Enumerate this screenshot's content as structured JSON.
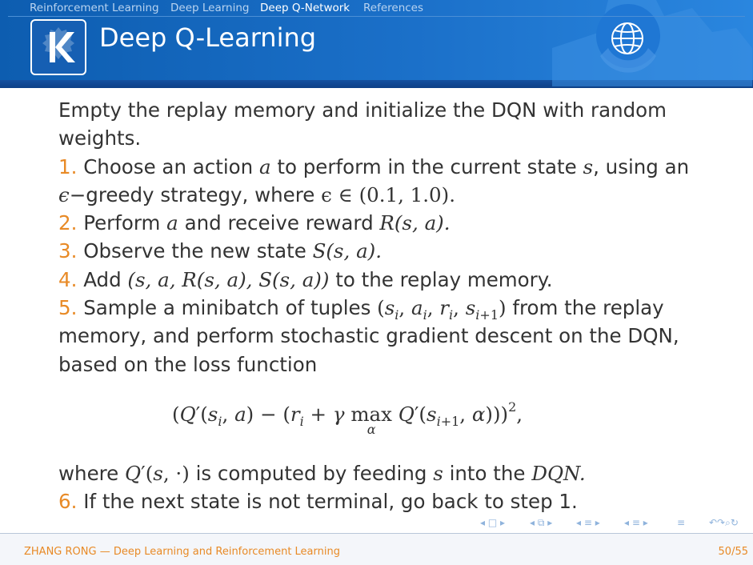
{
  "nav": {
    "items": [
      "Reinforcement Learning",
      "Deep Learning",
      "Deep Q-Network",
      "References"
    ],
    "active": "Deep Q-Network"
  },
  "slide": {
    "title": "Deep Q-Learning",
    "intro_line1": "Empty the replay memory and initialize the DQN with random",
    "intro_line2": "weights.",
    "steps": {
      "s1_num": "1.",
      "s1_a": "Choose an action",
      "s1_a_var": "a",
      "s1_b": "to perform in the current state",
      "s1_s_var": "s",
      "s1_c": ", using an",
      "s1_line2_eps": "ϵ",
      "s1_line2_a": "−greedy strategy, where",
      "s1_line2_b": "ϵ ∈ (0.1, 1.0).",
      "s2_num": "2.",
      "s2_a": "Perform",
      "s2_var": "a",
      "s2_b": "and receive reward",
      "s2_c": "R(s, a).",
      "s3_num": "3.",
      "s3_a": "Observe the new state",
      "s3_b": "S(s, a).",
      "s4_num": "4.",
      "s4_a": "Add",
      "s4_b": "(s, a, R(s, a), S(s, a))",
      "s4_c": "to the replay memory.",
      "s5_num": "5.",
      "s5_a": "Sample a minibatch of tuples",
      "s5_b": "from the replay",
      "s5_line2": "memory, and perform stochastic gradient descent on the DQN,",
      "s5_line3": "based on the loss function",
      "s6_num": "6.",
      "s6_text": "If the next state is not terminal, go back to step 1."
    },
    "after_a": "where",
    "after_b": "is computed by feeding",
    "after_s": "s",
    "after_c": "into the",
    "after_dqn": "DQN."
  },
  "footer": {
    "left": "ZHANG RONG — Deep Learning and Reinforcement Learning",
    "right": "50/55"
  },
  "icons": [
    "kde-logo-icon",
    "globe-icon",
    "gear-watermark-icon"
  ],
  "colors": {
    "accent": "#e88a26",
    "header_blue": "#1b70c9",
    "text": "#333333"
  }
}
